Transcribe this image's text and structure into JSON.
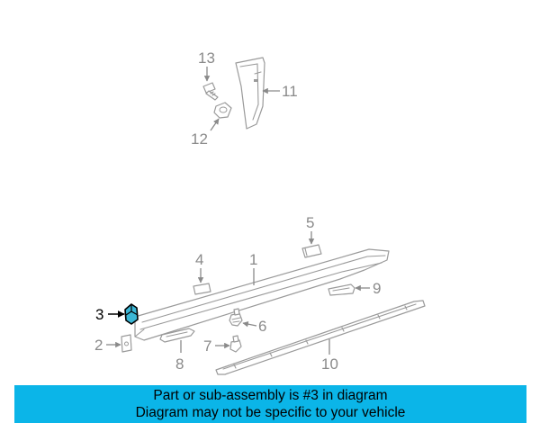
{
  "diagram": {
    "callouts": [
      "13",
      "11",
      "12",
      "5",
      "4",
      "1",
      "9",
      "3",
      "6",
      "2",
      "7",
      "8",
      "10"
    ],
    "highlighted_part": "3",
    "highlight_color": "#3bb7d6",
    "line_color": "#9a9a9a"
  },
  "banner": {
    "line1": "Part or sub-assembly is #3 in diagram",
    "line2": "Diagram may not be specific to your vehicle",
    "background": "#0bb5e8"
  }
}
